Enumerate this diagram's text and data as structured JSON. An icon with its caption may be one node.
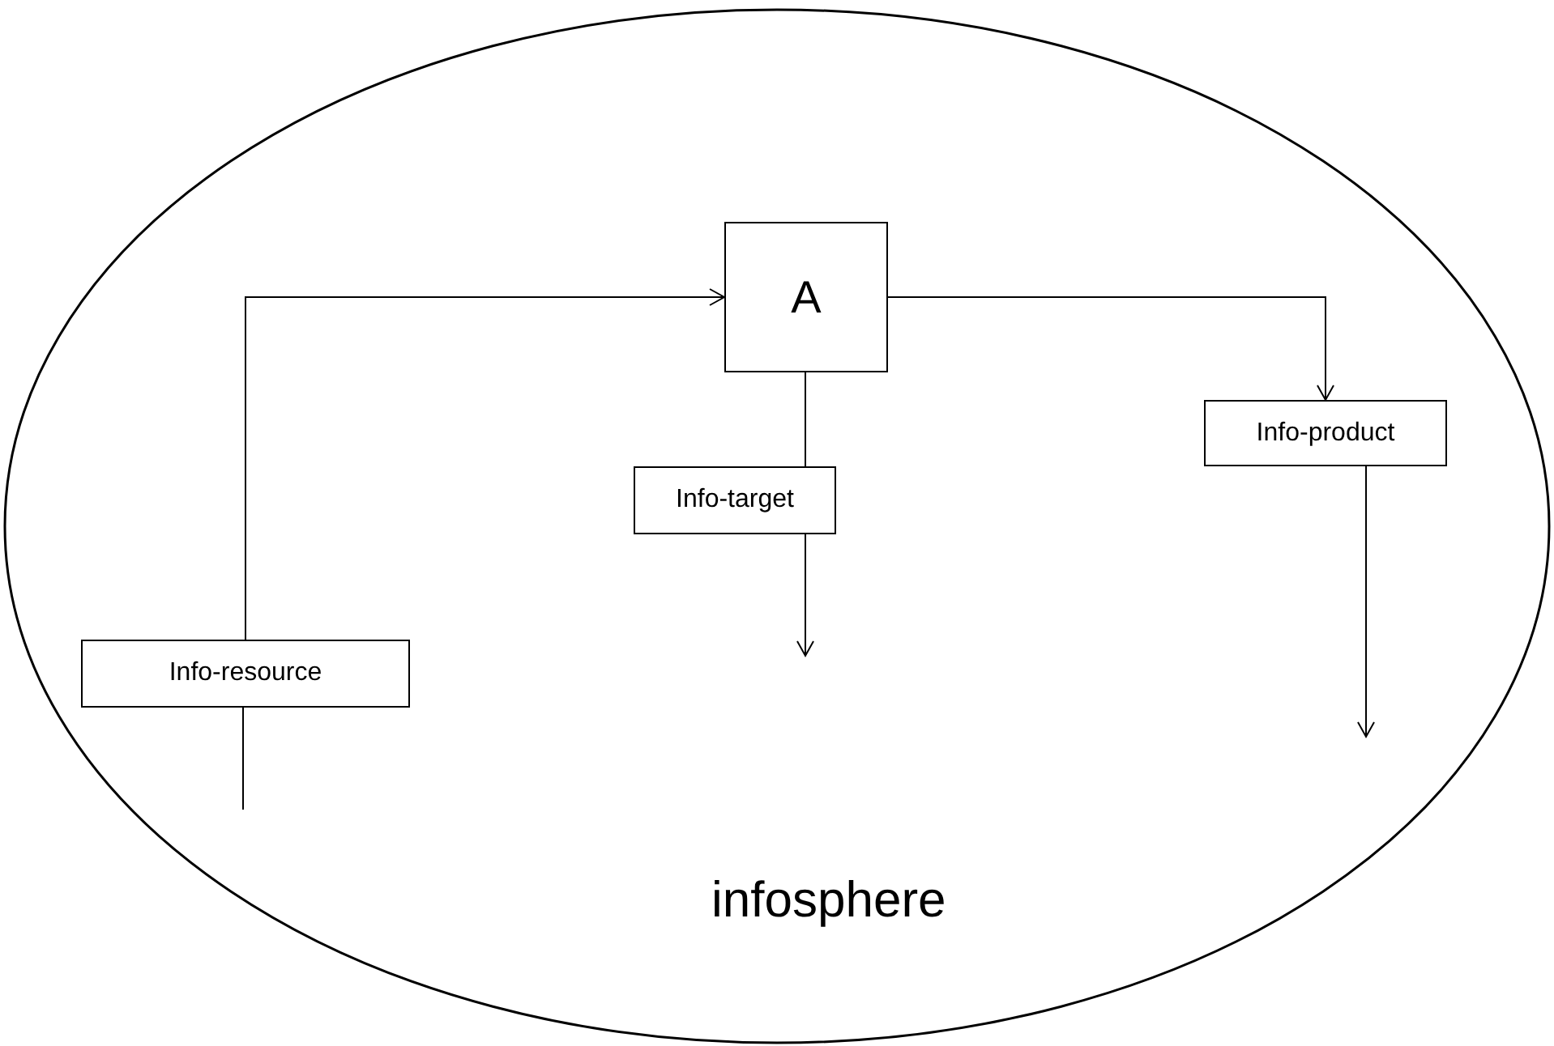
{
  "diagram": {
    "nodes": [
      {
        "text": [
          "infosphere"
        ]
      },
      {
        "text": [
          "A"
        ],
        "in": 0
      },
      {
        "text": [
          "Info-product"
        ],
        "in": 0
      },
      {
        "text": [
          "Info-target"
        ],
        "in": 0
      },
      {
        "text": [
          "Info-resource"
        ],
        "in": 0
      }
    ],
    "edges": [
      {
        "from": 4,
        "to": 1,
        "arrow": "to"
      },
      {
        "from": 1,
        "to": 2,
        "arrow": "to"
      },
      {
        "from": 1,
        "to": 3,
        "arrow": "none"
      },
      {
        "from": 3,
        "to": null,
        "arrow": "to"
      },
      {
        "from": 2,
        "to": null,
        "arrow": "to"
      },
      {
        "from": 4,
        "to": null,
        "arrow": "none"
      }
    ]
  }
}
